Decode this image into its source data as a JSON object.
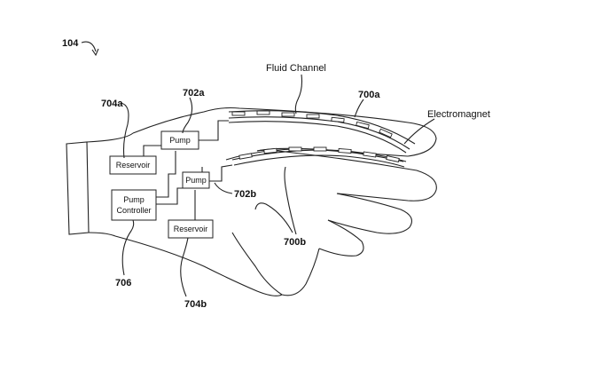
{
  "figure": {
    "ref_main": "104",
    "ref_channel_a": "700a",
    "ref_channel_b": "700b",
    "ref_pump_a": "702a",
    "ref_pump_b": "702b",
    "ref_reservoir_a": "704a",
    "ref_reservoir_b": "704b",
    "ref_controller": "706",
    "label_fluid_channel": "Fluid Channel",
    "label_electromagnet": "Electromagnet",
    "box_reservoir_a": "Reservoir",
    "box_reservoir_b": "Reservoir",
    "box_pump_a": "Pump",
    "box_pump_b": "Pump",
    "box_controller_line1": "Pump",
    "box_controller_line2": "Controller"
  }
}
